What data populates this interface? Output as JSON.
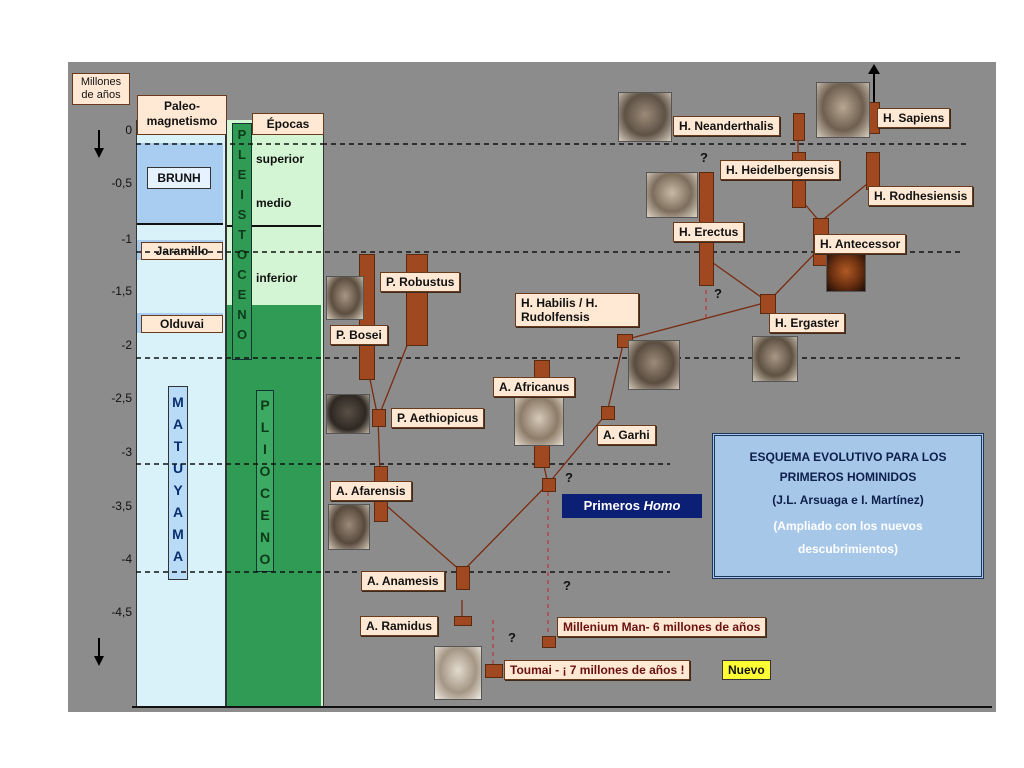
{
  "axis": {
    "title": "Millones de años",
    "ticks": [
      "0",
      "-0,5",
      "-1",
      "-1,5",
      "-2",
      "-2,5",
      "-3",
      "-3,5",
      "-4",
      "-4,5"
    ]
  },
  "paleo": {
    "header": "Paleo-magnetismo",
    "brunh": "BRUNH",
    "jaramillo": "Jaramillo",
    "olduvai": "Olduvai",
    "matuyama": "MATUYAMA"
  },
  "epochs": {
    "header": "Épocas",
    "pleistoceno": "PLEISTOCENO",
    "plioceno": "PLIOCENO",
    "superior": "superior",
    "medio": "medio",
    "inferior": "inferior"
  },
  "species": {
    "neanderthalis": "H. Neanderthalis",
    "sapiens": "H. Sapiens",
    "heidelbergensis": "H. Heidelbergensis",
    "rodhesiensis": "H. Rodhesiensis",
    "erectus": "H. Erectus",
    "antecessor": "H. Antecessor",
    "robustus": "P. Robustus",
    "habilis": "H. Habilis / H. Rudolfensis",
    "ergaster": "H. Ergaster",
    "bosei": "P. Bosei",
    "africanus": "A. Africanus",
    "aethiopicus": "P. Aethiopicus",
    "garhi": "A. Garhi",
    "afarensis": "A. Afarensis",
    "anamesis": "A. Anamesis",
    "ramidus": "A. Ramidus",
    "millenium": "Millenium Man- 6 millones de años",
    "toumai": "Toumai - ¡ 7 millones de años !"
  },
  "badges": {
    "primeros": "Primeros ",
    "homo": "Homo",
    "nuevo": "Nuevo"
  },
  "infobox": {
    "line1": "ESQUEMA EVOLUTIVO PARA LOS",
    "line2": "PRIMEROS HOMINIDOS",
    "line3": "(J.L. Arsuaga e I. Martínez)",
    "line4": "(Ampliado con los nuevos",
    "line5": "descubrimientos)"
  },
  "question_mark": "?",
  "colors": {
    "panel": "#8c8c8c",
    "stick": "#a0481f",
    "label_bg": "#ffe9d4",
    "brunh_blue": "#a9cdf0",
    "matuyama_blue": "#d9f2fa",
    "pleistoceno_green": "#d4f5d4",
    "plioceno_green": "#2f9b55",
    "infobox_bg": "#a7c7e8",
    "badge_navy": "#0b1f74",
    "nuevo_yellow": "#ffff33"
  }
}
